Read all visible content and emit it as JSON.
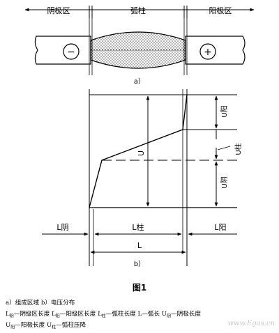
{
  "part_a": {
    "region_cathode": "阴极区",
    "region_arc": "弧柱",
    "region_anode": "阳极区",
    "electrode_minus": "−",
    "electrode_plus": "+",
    "label": "a）"
  },
  "part_b": {
    "u_anode": "U阳",
    "u_column": "U柱",
    "u_total": "U",
    "u_cathode": "U阴",
    "l_cathode": "L阴",
    "l_column": "L柱",
    "l_anode": "L阳",
    "l_total": "L",
    "label": "b）"
  },
  "figure_title": "图1",
  "legend": {
    "line1": "a）组成区域  b）电压分布",
    "line2": [
      {
        "sym": "L",
        "sub": "阴",
        "text": "—阴级区长度  "
      },
      {
        "sym": "L",
        "sub": "阳",
        "text": "—阳级区长度  "
      },
      {
        "sym": "L",
        "sub": "柱",
        "text": "—弧柱长度  "
      },
      {
        "sym": "L",
        "sub": "",
        "text": "—弧长  "
      },
      {
        "sym": "U",
        "sub": "阴",
        "text": "—阴极长度"
      }
    ],
    "line3": [
      {
        "sym": "U",
        "sub": "阳",
        "text": "—阳极长度  "
      },
      {
        "sym": "U",
        "sub": "柱",
        "text": "—弧柱压降"
      }
    ]
  },
  "watermark": "www.Egas.cn"
}
